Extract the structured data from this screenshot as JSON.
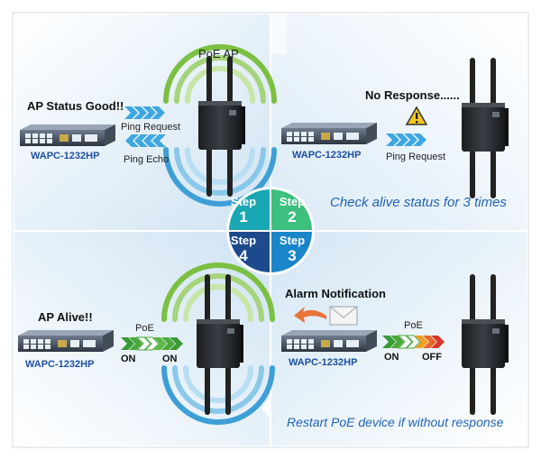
{
  "steps": {
    "step1": {
      "label": "Step",
      "number": "1",
      "color": "#1aa7b4"
    },
    "step2": {
      "label": "Step",
      "number": "2",
      "color": "#3dbf7e"
    },
    "step3": {
      "label": "Step",
      "number": "3",
      "color": "#1a86c9"
    },
    "step4": {
      "label": "Step",
      "number": "4",
      "color": "#1d4a8c"
    }
  },
  "panel1": {
    "ap_label": "PoE AP",
    "status": "AP Status Good!!",
    "model": "WAPC-1232HP",
    "ping_request": "Ping Request",
    "ping_echo": "Ping Echo"
  },
  "panel2": {
    "status": "No Response......",
    "model": "WAPC-1232HP",
    "ping_request": "Ping Request",
    "caption": "Check alive status for 3 times"
  },
  "panel3": {
    "status": "Alarm Notification",
    "model": "WAPC-1232HP",
    "poe": "PoE",
    "on": "ON",
    "off": "OFF",
    "caption": "Restart PoE device if without response"
  },
  "panel4": {
    "status": "AP Alive!!",
    "model": "WAPC-1232HP",
    "poe": "PoE",
    "on_left": "ON",
    "on_right": "ON"
  },
  "colors": {
    "panel_light": "#eef5fb",
    "panel_mid": "#cfe3f3",
    "signal_green": "#7cc043",
    "signal_blue": "#3e9fd6",
    "arrow_blue": "#3fa7e0",
    "arrow_green": "#4aa83c",
    "arrow_red": "#d8362a",
    "model_blue": "#1d4fa3"
  }
}
